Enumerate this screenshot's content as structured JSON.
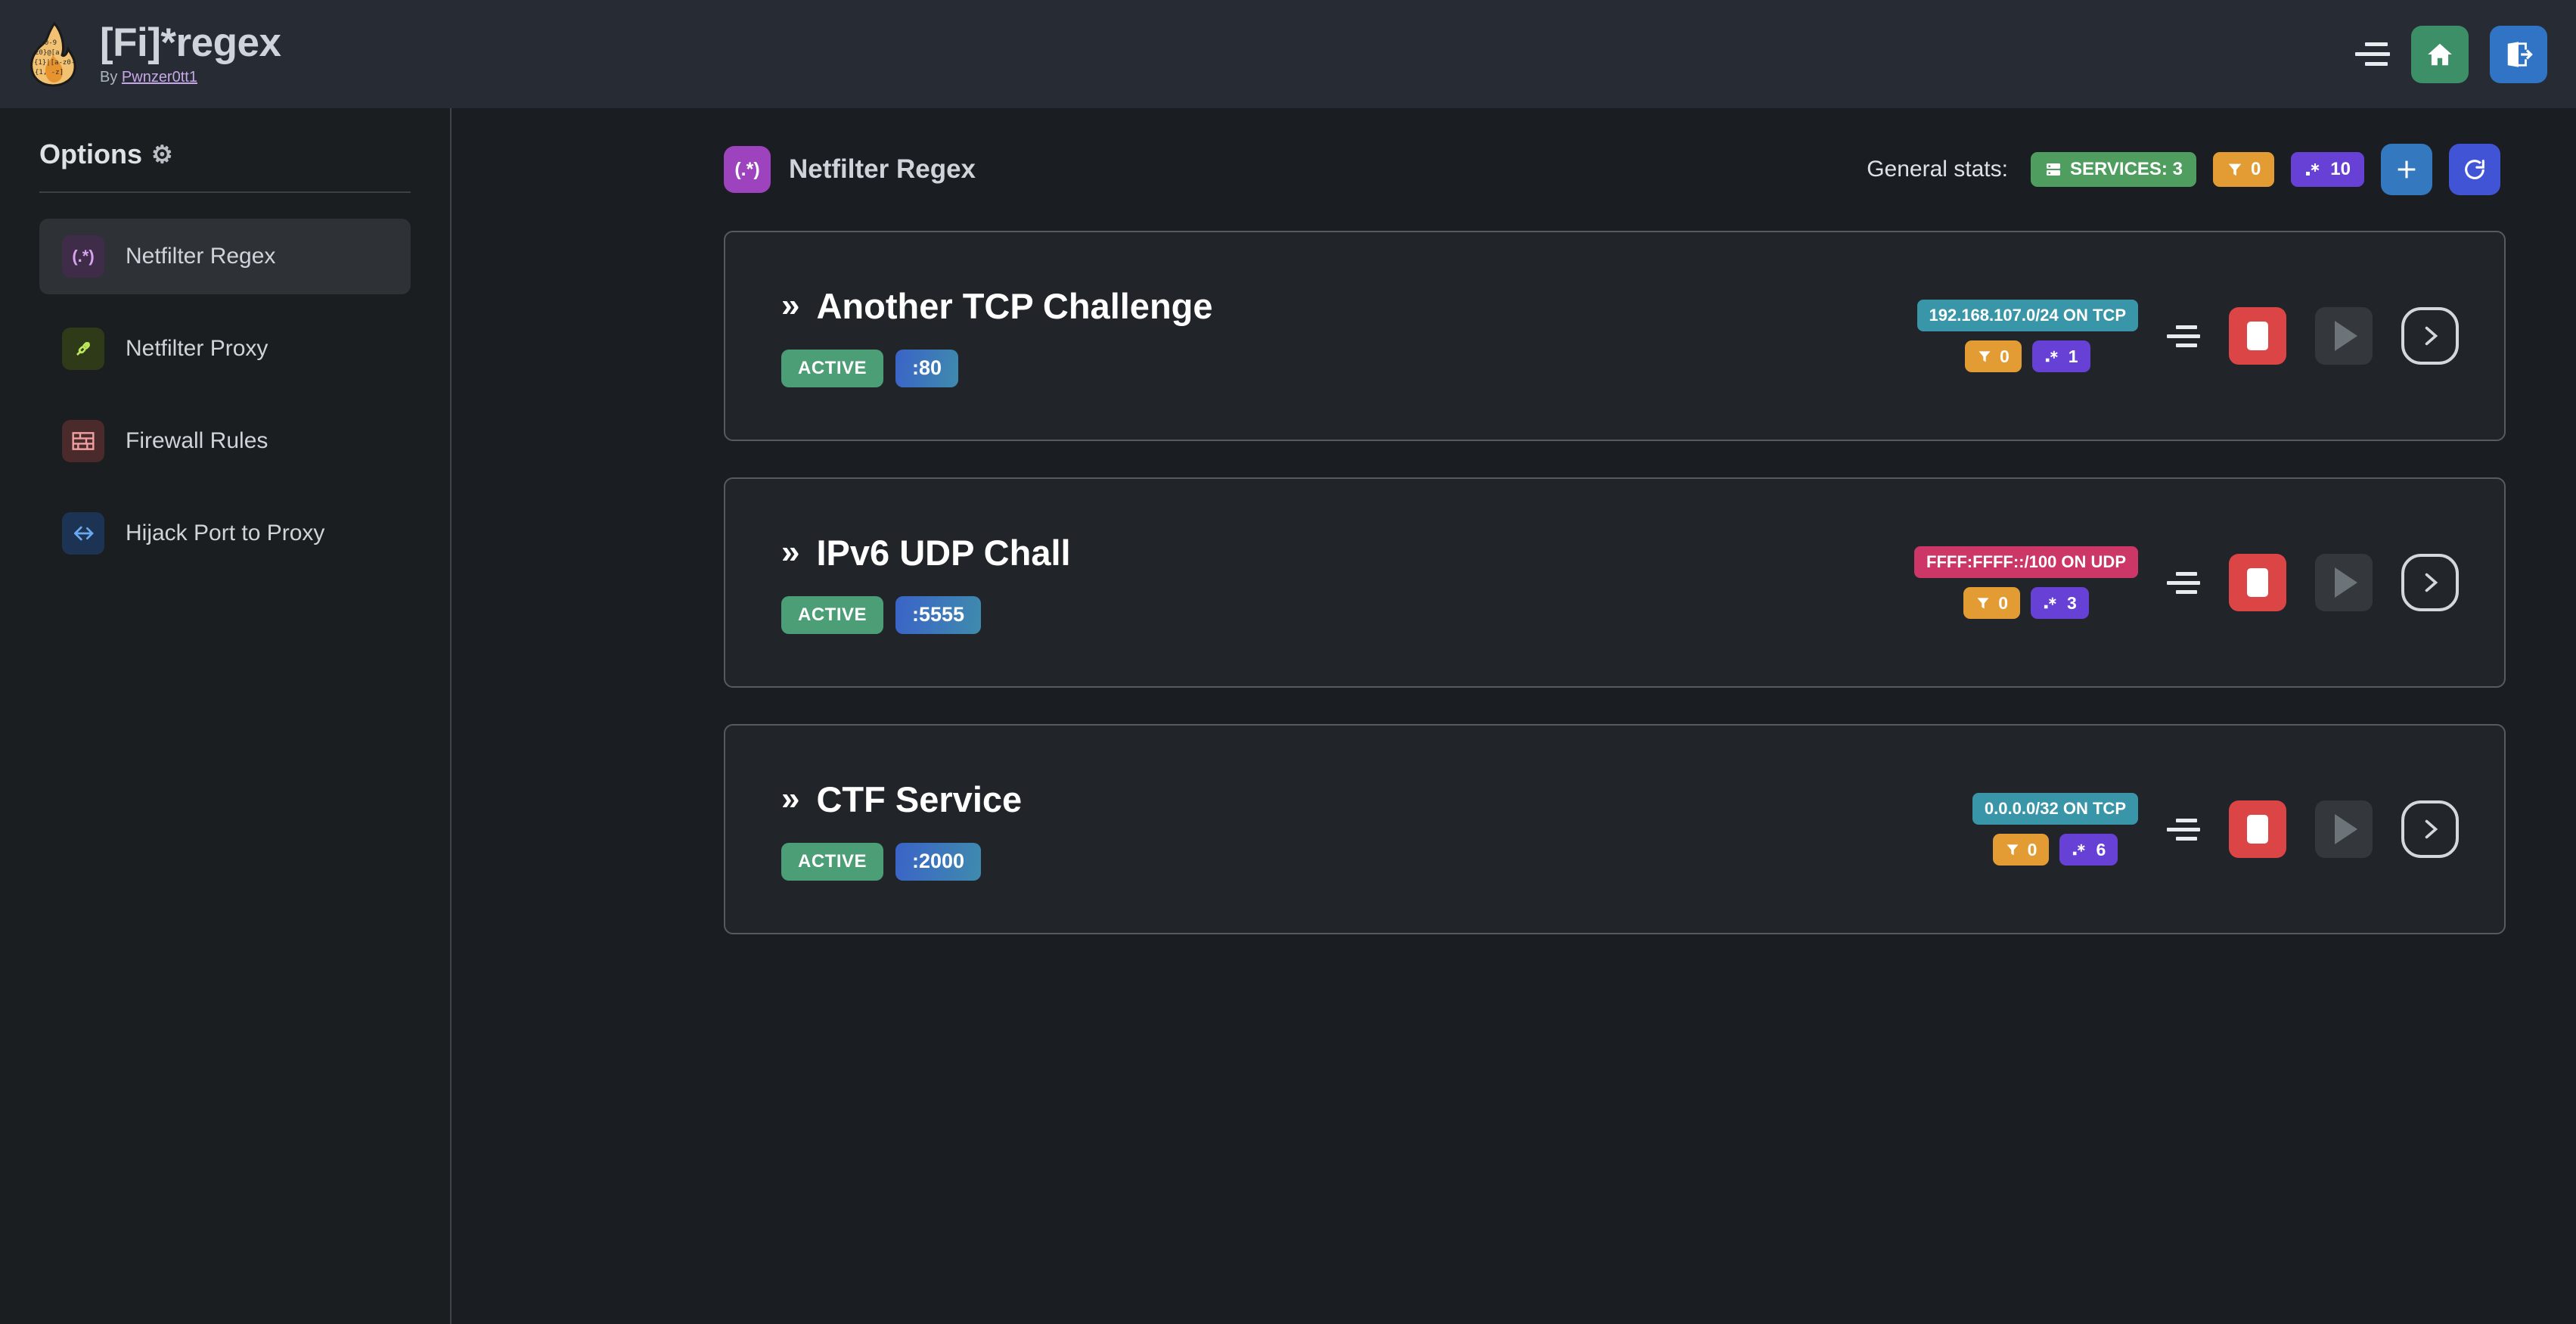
{
  "header": {
    "logo_icon": "flame-regex-logo",
    "title": "[Fi]*regex",
    "by_prefix": "By ",
    "author": "Pwnzer0tt1",
    "menu_icon": "menu-icon",
    "home_icon": "home-icon",
    "logout_icon": "logout-icon",
    "home_color": "#3d8f68",
    "logout_color": "#3173c4"
  },
  "sidebar": {
    "heading": "Options",
    "heading_icon": "gear-icon",
    "items": [
      {
        "label": "Netfilter Regex",
        "icon": "regex-icon",
        "glyph": "(.*)",
        "active": true
      },
      {
        "label": "Netfilter Proxy",
        "icon": "plug-icon",
        "glyph": "⚯",
        "active": false
      },
      {
        "label": "Firewall Rules",
        "icon": "brick-wall-icon",
        "glyph": "⌸",
        "active": false
      },
      {
        "label": "Hijack Port to Proxy",
        "icon": "fork-arrow-icon",
        "glyph": "⎇",
        "active": false
      }
    ]
  },
  "main": {
    "page_icon": "regex-icon",
    "page_icon_glyph": "(.*)",
    "page_title": "Netfilter Regex",
    "stats_label": "General stats:",
    "stats": [
      {
        "name": "services-count",
        "icon": "server-icon",
        "label": "SERVICES: 3",
        "color": "#4f9e5f"
      },
      {
        "name": "filters-count",
        "icon": "filter-icon",
        "label": "0",
        "color": "#e39c34"
      },
      {
        "name": "regexes-count",
        "icon": "regex-icon",
        "label": "10",
        "color": "#6740d6"
      }
    ],
    "add_button_icon": "plus-icon",
    "refresh_button_icon": "refresh-icon"
  },
  "services": [
    {
      "chevron": "»",
      "name": "Another TCP Challenge",
      "status": "ACTIVE",
      "port": ":80",
      "network": "192.168.107.0/24 ON TCP",
      "network_color": "#3996a8",
      "filters": "0",
      "regexes": "1",
      "menu_icon": "service-menu-icon",
      "stop_icon": "stop-icon",
      "play_icon": "play-icon",
      "details_icon": "chevron-right-icon"
    },
    {
      "chevron": "»",
      "name": "IPv6 UDP Chall",
      "status": "ACTIVE",
      "port": ":5555",
      "network": "FFFF:FFFF::/100 ON UDP",
      "network_color": "#cc3768",
      "filters": "0",
      "regexes": "3",
      "menu_icon": "service-menu-icon",
      "stop_icon": "stop-icon",
      "play_icon": "play-icon",
      "details_icon": "chevron-right-icon"
    },
    {
      "chevron": "»",
      "name": "CTF Service",
      "status": "ACTIVE",
      "port": ":2000",
      "network": "0.0.0.0/32 ON TCP",
      "network_color": "#3996a8",
      "filters": "0",
      "regexes": "6",
      "menu_icon": "service-menu-icon",
      "stop_icon": "stop-icon",
      "play_icon": "play-icon",
      "details_icon": "chevron-right-icon"
    }
  ]
}
